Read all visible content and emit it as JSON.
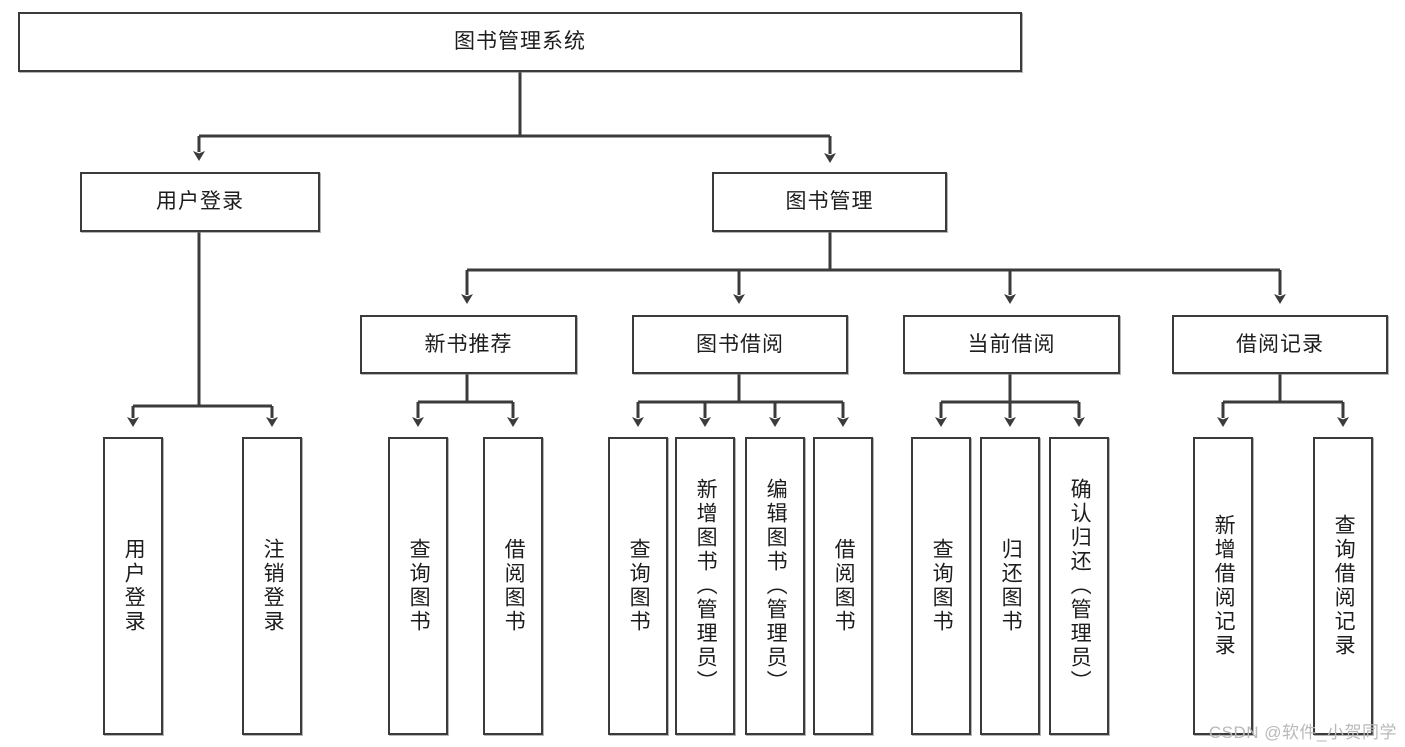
{
  "diagram": {
    "type": "tree-hierarchy",
    "title_node": {
      "id": "root",
      "label": "图书管理系统"
    },
    "levels": [
      {
        "level": 1,
        "nodes": [
          {
            "id": "root",
            "label": "图书管理系统",
            "orientation": "horizontal"
          }
        ]
      },
      {
        "level": 2,
        "nodes": [
          {
            "id": "login",
            "label": "用户登录",
            "orientation": "horizontal",
            "parent": "root"
          },
          {
            "id": "bookmgmt",
            "label": "图书管理",
            "orientation": "horizontal",
            "parent": "root"
          }
        ]
      },
      {
        "level": 3,
        "nodes": [
          {
            "id": "newbook",
            "label": "新书推荐",
            "orientation": "horizontal",
            "parent": "bookmgmt"
          },
          {
            "id": "borrow",
            "label": "图书借阅",
            "orientation": "horizontal",
            "parent": "bookmgmt"
          },
          {
            "id": "current",
            "label": "当前借阅",
            "orientation": "horizontal",
            "parent": "bookmgmt"
          },
          {
            "id": "records",
            "label": "借阅记录",
            "orientation": "horizontal",
            "parent": "bookmgmt"
          }
        ]
      },
      {
        "level": 4,
        "nodes": [
          {
            "id": "leaf1",
            "label": "用户登录",
            "orientation": "vertical",
            "parent": "login"
          },
          {
            "id": "leaf2",
            "label": "注销登录",
            "orientation": "vertical",
            "parent": "login"
          },
          {
            "id": "leaf3",
            "label": "查询图书",
            "orientation": "vertical",
            "parent": "newbook"
          },
          {
            "id": "leaf4",
            "label": "借阅图书",
            "orientation": "vertical",
            "parent": "newbook"
          },
          {
            "id": "leaf5",
            "label": "查询图书",
            "orientation": "vertical",
            "parent": "borrow"
          },
          {
            "id": "leaf6",
            "label": "新增图书（管理员）",
            "orientation": "vertical",
            "parent": "borrow"
          },
          {
            "id": "leaf7",
            "label": "编辑图书（管理员）",
            "orientation": "vertical",
            "parent": "borrow"
          },
          {
            "id": "leaf8",
            "label": "借阅图书",
            "orientation": "vertical",
            "parent": "borrow"
          },
          {
            "id": "leaf9",
            "label": "查询图书",
            "orientation": "vertical",
            "parent": "current"
          },
          {
            "id": "leaf10",
            "label": "归还图书",
            "orientation": "vertical",
            "parent": "current"
          },
          {
            "id": "leaf11",
            "label": "确认归还（管理员）",
            "orientation": "vertical",
            "parent": "current"
          },
          {
            "id": "leaf12",
            "label": "新增借阅记录",
            "orientation": "vertical",
            "parent": "records"
          },
          {
            "id": "leaf13",
            "label": "查询借阅记录",
            "orientation": "vertical",
            "parent": "records"
          }
        ]
      }
    ],
    "colors": {
      "stroke": "#3b3b3b",
      "fill": "#ffffff",
      "text": "#1d1d1d",
      "watermark": "#b9b9b9"
    }
  },
  "watermark": {
    "text": "CSDN @软件_小贺同学"
  }
}
